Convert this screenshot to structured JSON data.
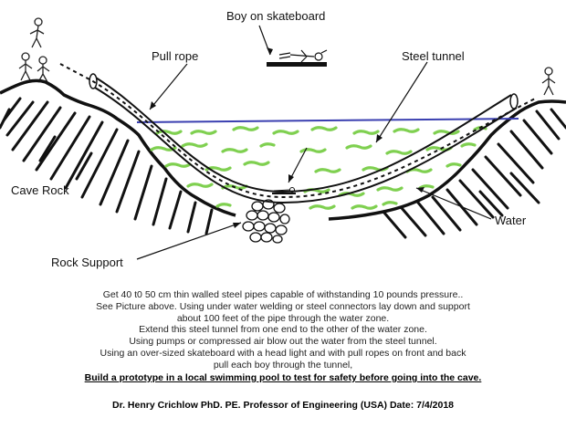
{
  "labels": {
    "boy_on_skateboard": "Boy on skateboard",
    "pull_rope": "Pull rope",
    "steel_tunnel": "Steel tunnel",
    "cave_rock": "Cave Rock",
    "water": "Water",
    "rock_support": "Rock Support"
  },
  "instructions": [
    "Get 40 t0 50 cm thin walled steel pipes capable of withstanding 10 pounds pressure..",
    "See Picture above. Using under water welding or steel connectors lay down and support",
    "about 100 feet of the pipe through the water zone.",
    "Extend this steel tunnel from one end to the other of the water zone.",
    "Using pumps or compressed air blow out the water from the steel tunnel.",
    "Using an over-sized skateboard with a head light and with pull ropes on front and back",
    "pull each boy through the tunnel,"
  ],
  "warning": "Build a prototype in a local swimming pool to test for safety before going into the cave.",
  "credit": "Dr. Henry Crichlow PhD. PE. Professor of Engineering (USA) Date: 7/4/2018",
  "colors": {
    "water_line": "#3a3fb0",
    "water_strokes": "#7fd050",
    "ink": "#111111"
  }
}
